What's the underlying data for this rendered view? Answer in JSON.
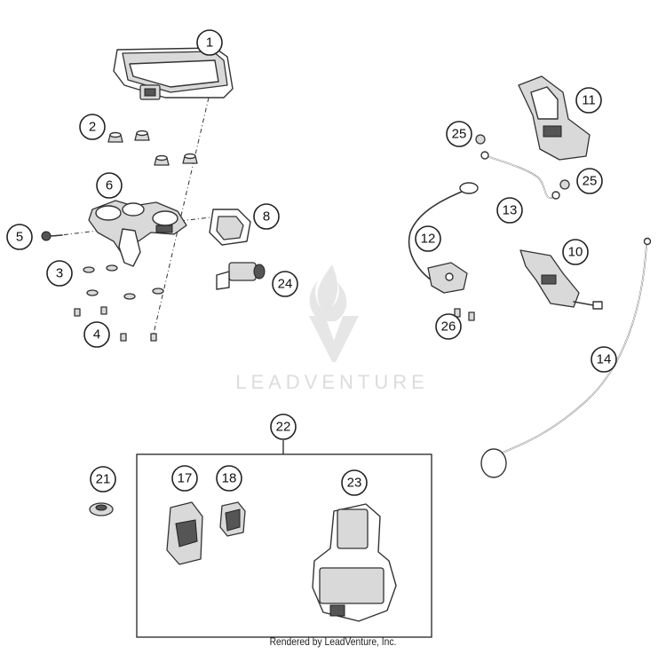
{
  "watermark": {
    "text": "LEADVENTURE"
  },
  "credit": "Rendered by LeadVenture, Inc.",
  "callouts": [
    {
      "id": "c1",
      "label": "1"
    },
    {
      "id": "c2",
      "label": "2"
    },
    {
      "id": "c3",
      "label": "3"
    },
    {
      "id": "c4",
      "label": "4"
    },
    {
      "id": "c5",
      "label": "5"
    },
    {
      "id": "c6",
      "label": "6"
    },
    {
      "id": "c8",
      "label": "8"
    },
    {
      "id": "c10",
      "label": "10"
    },
    {
      "id": "c11",
      "label": "11"
    },
    {
      "id": "c12",
      "label": "12"
    },
    {
      "id": "c13",
      "label": "13"
    },
    {
      "id": "c14",
      "label": "14"
    },
    {
      "id": "c17",
      "label": "17"
    },
    {
      "id": "c18",
      "label": "18"
    },
    {
      "id": "c21",
      "label": "21"
    },
    {
      "id": "c22",
      "label": "22"
    },
    {
      "id": "c23",
      "label": "23"
    },
    {
      "id": "c24",
      "label": "24"
    },
    {
      "id": "c25a",
      "label": "25"
    },
    {
      "id": "c25b",
      "label": "25"
    },
    {
      "id": "c26",
      "label": "26"
    }
  ]
}
